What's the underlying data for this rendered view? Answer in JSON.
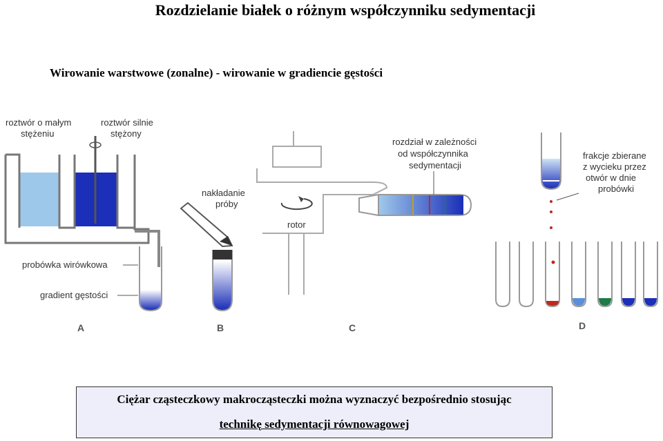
{
  "title": "Rozdzielanie białek o różnym współczynniku sedymentacji",
  "subtitle": "Wirowanie warstwowe (zonalne) - wirowanie w gradiencie gęstości",
  "diagram": {
    "labels": {
      "low_conc": [
        "roztwór o małym",
        "stężeniu"
      ],
      "high_conc": [
        "roztwór silnie",
        "stężony"
      ],
      "tube": "probówka wirówkowa",
      "gradient": "gradient gęstości",
      "loading": [
        "nakładanie",
        "próby"
      ],
      "rotor": "rotor",
      "separation": [
        "rozdział w zależności",
        "od współczynnika",
        "sedymentacji"
      ],
      "fractions": [
        "frakcje zbierane",
        "z wycieku przez",
        "otwór w  dnie",
        "probówki"
      ]
    },
    "panels": [
      "A",
      "B",
      "C",
      "D"
    ],
    "colors": {
      "light_blue": "#9ec8ea",
      "dark_blue": "#1b2fb8",
      "red": "#c0281e",
      "green": "#1f7a4a"
    }
  },
  "note": {
    "line1": "Ciężar cząsteczkowy makrocząsteczki można wyznaczyć bezpośrednio stosując",
    "line2": "technikę sedymentacji równowagowej"
  }
}
